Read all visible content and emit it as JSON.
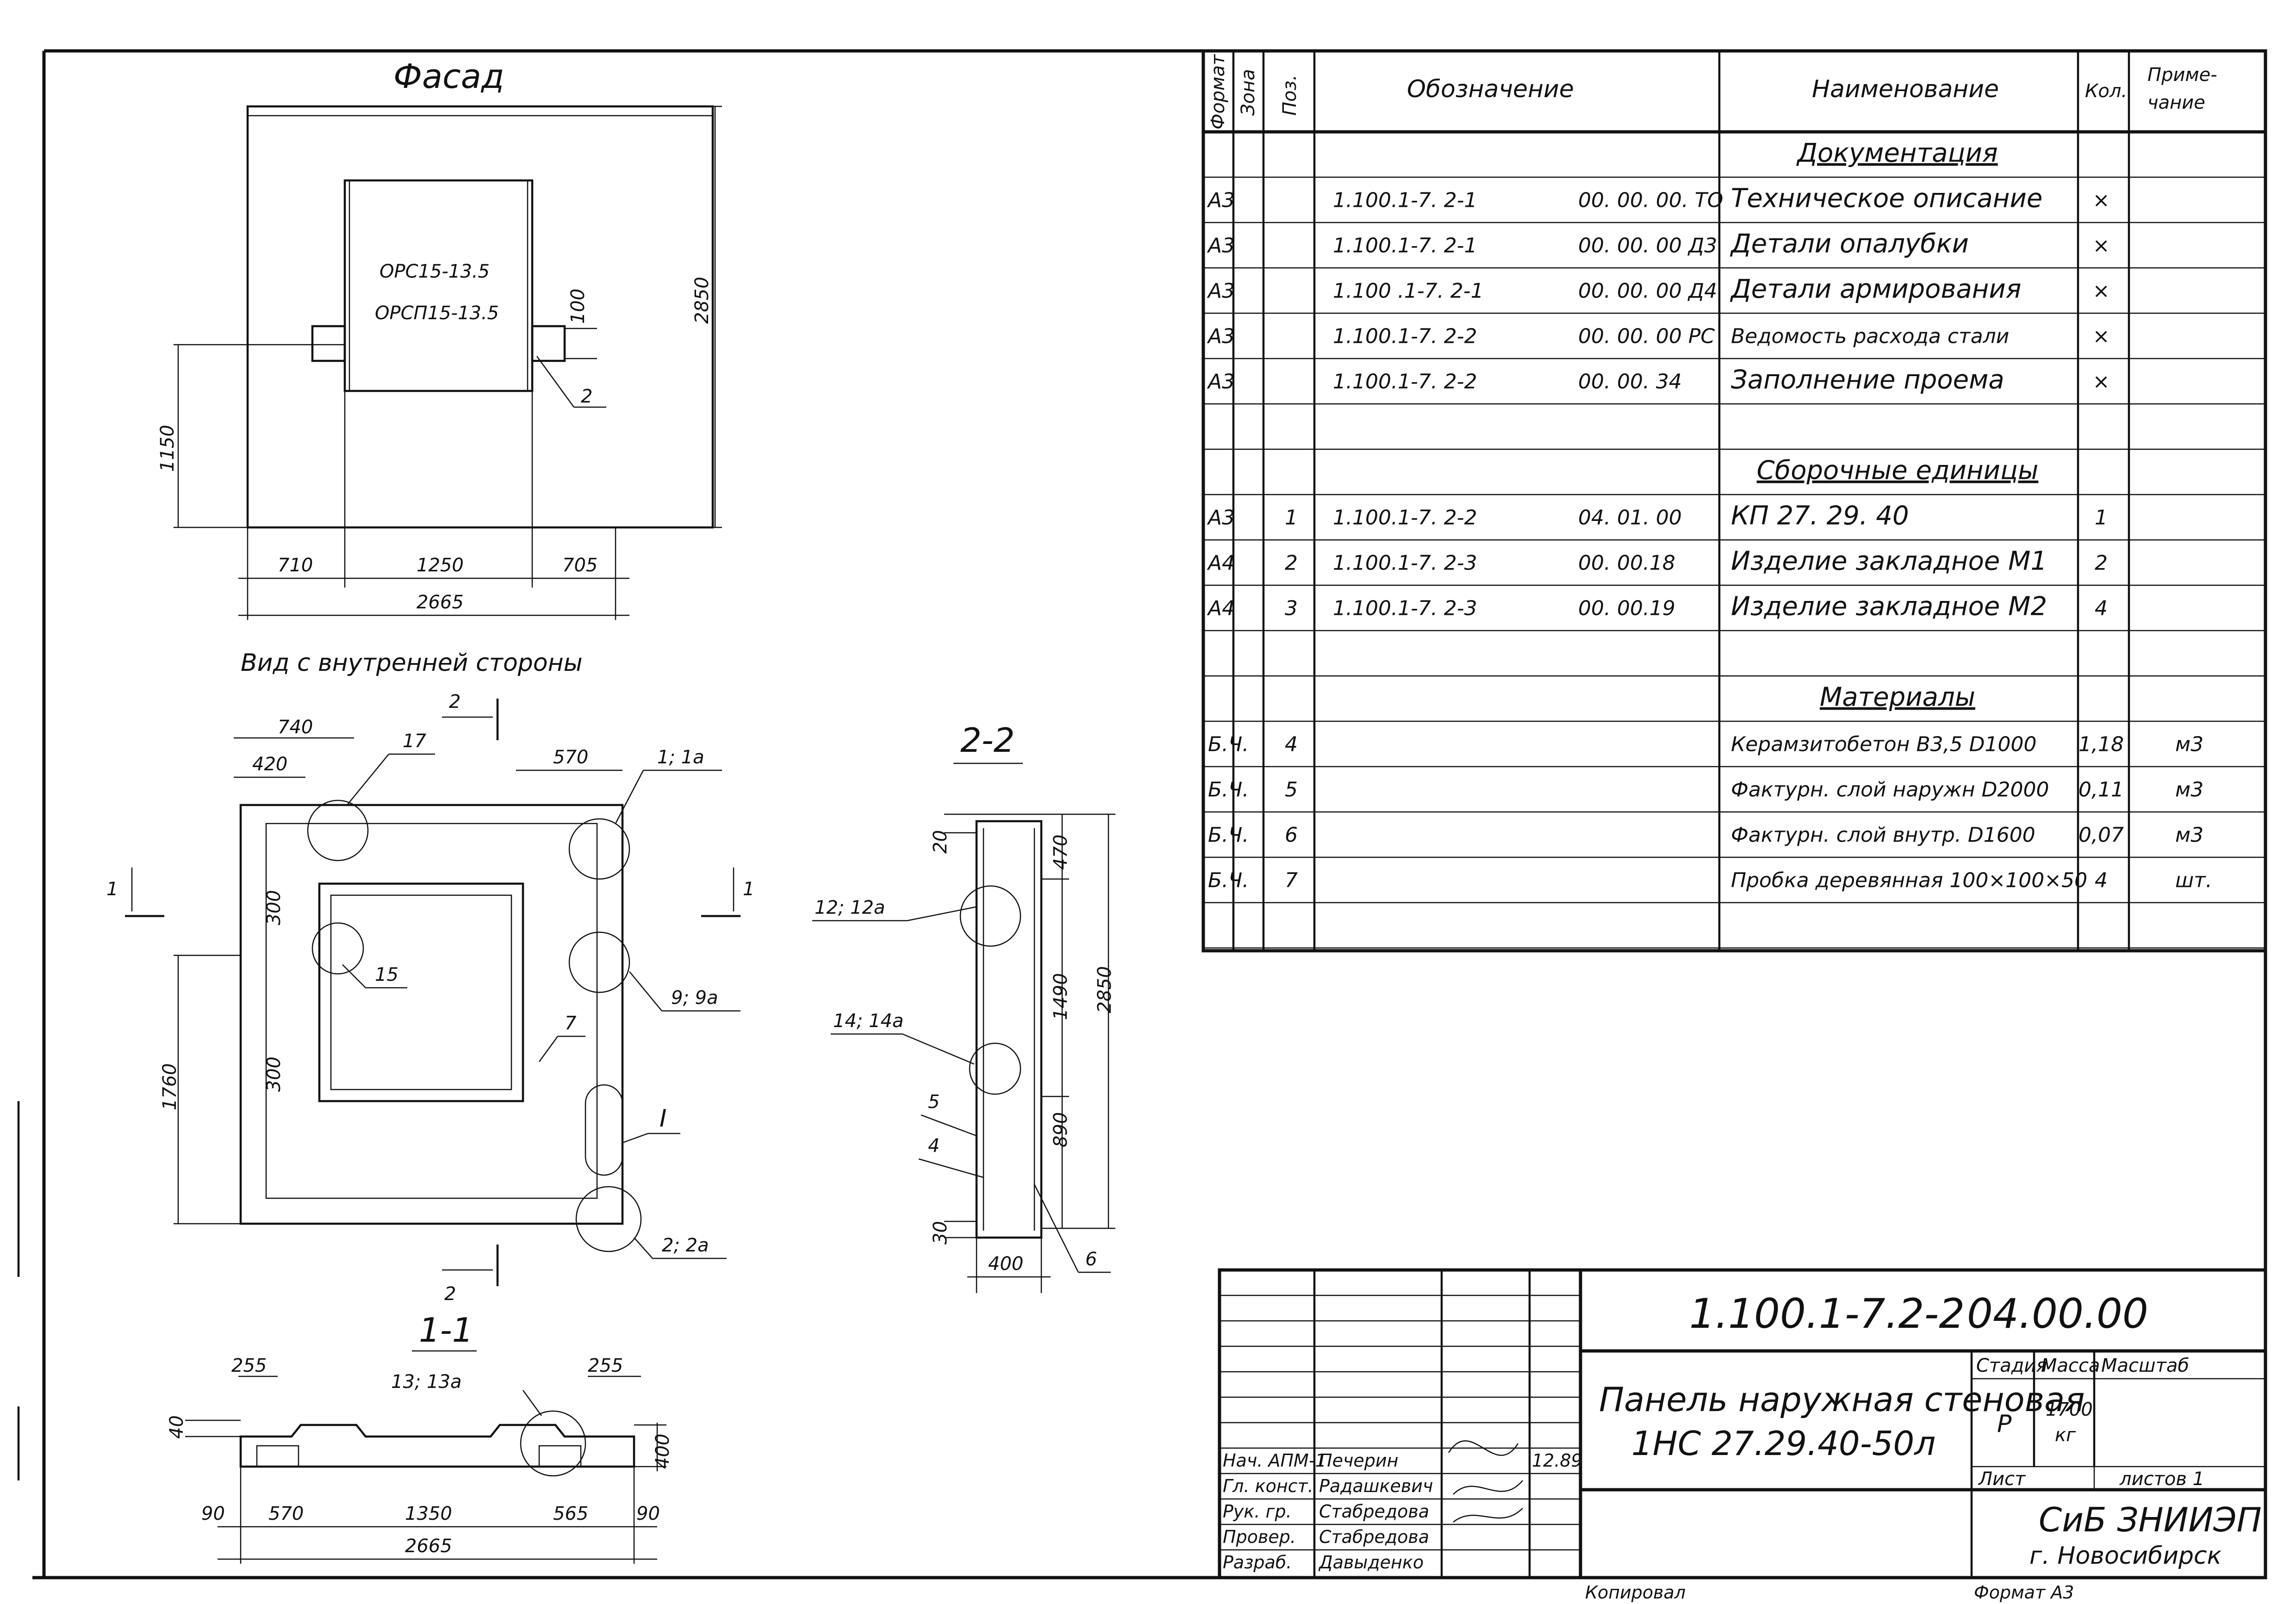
{
  "facade": {
    "title": "Фасад",
    "window_labels": [
      "ОРС15-13.5",
      "ОРСП15-13.5"
    ],
    "dims": {
      "height": "2850",
      "sill": "1150",
      "left": "710",
      "opening": "1250",
      "right": "705",
      "total": "2665",
      "anchor": "100",
      "pos": "2"
    }
  },
  "inner_view": {
    "title": "Вид с внутренней стороны",
    "dims": {
      "d740": "740",
      "d420": "420",
      "d570": "570",
      "d300a": "300",
      "d300b": "300",
      "d1760": "1760"
    },
    "callouts": [
      "17",
      "1; 1а",
      "15",
      "9; 9а",
      "7",
      "I",
      "2; 2а"
    ],
    "section_marks": {
      "top": "2",
      "bottom": "2",
      "left": "1",
      "right": "1"
    }
  },
  "section_2_2": {
    "title": "2-2",
    "dims": {
      "d20": "20",
      "d470": "470",
      "d1490": "1490",
      "d890": "890",
      "d2850": "2850",
      "d30": "30",
      "d400": "400"
    },
    "callouts": [
      "12; 12а",
      "14; 14а",
      "5",
      "4",
      "6"
    ]
  },
  "section_1_1": {
    "title": "1-1",
    "callout": "13; 13а",
    "dims": {
      "d255a": "255",
      "d255b": "255",
      "d40": "40",
      "d400": "400",
      "d90a": "90",
      "d570": "570",
      "d1350": "1350",
      "d565": "565",
      "d90b": "90",
      "d2665": "2665"
    }
  },
  "spec": {
    "headers": {
      "format": "Формат",
      "zone": "Зона",
      "pos": "Поз.",
      "designation": "Обозначение",
      "name": "Наименование",
      "qty": "Кол.",
      "note": "Приме-\nчание"
    },
    "rows": [
      {
        "format": "",
        "pos": "",
        "doc": "",
        "code": "",
        "name": "Документация",
        "qty": "",
        "note": "",
        "section": true
      },
      {
        "format": "А3",
        "pos": "",
        "doc": "1.100.1-7. 2-1",
        "code": "00. 00. 00. ТО",
        "name": "Техническое описание",
        "qty": "×",
        "note": ""
      },
      {
        "format": "А3",
        "pos": "",
        "doc": "1.100.1-7. 2-1",
        "code": "00. 00. 00 Д3",
        "name": "Детали опалубки",
        "qty": "×",
        "note": ""
      },
      {
        "format": "А3",
        "pos": "",
        "doc": "1.100 .1-7. 2-1",
        "code": "00. 00. 00 Д4",
        "name": "Детали армирования",
        "qty": "×",
        "note": ""
      },
      {
        "format": "А3",
        "pos": "",
        "doc": "1.100.1-7. 2-2",
        "code": "00. 00. 00 РС",
        "name": "Ведомость расхода стали",
        "qty": "×",
        "note": ""
      },
      {
        "format": "А3",
        "pos": "",
        "doc": "1.100.1-7. 2-2",
        "code": "00. 00. 34",
        "name": "Заполнение проема",
        "qty": "×",
        "note": ""
      },
      {
        "format": "",
        "pos": "",
        "doc": "",
        "code": "",
        "name": "",
        "qty": "",
        "note": ""
      },
      {
        "format": "",
        "pos": "",
        "doc": "",
        "code": "",
        "name": "Сборочные единицы",
        "qty": "",
        "note": "",
        "section": true
      },
      {
        "format": "А3",
        "pos": "1",
        "doc": "1.100.1-7. 2-2",
        "code": "04. 01. 00",
        "name": "КП 27. 29. 40",
        "qty": "1",
        "note": ""
      },
      {
        "format": "А4",
        "pos": "2",
        "doc": "1.100.1-7. 2-3",
        "code": "00. 00.18",
        "name": "Изделие закладное М1",
        "qty": "2",
        "note": ""
      },
      {
        "format": "А4",
        "pos": "3",
        "doc": "1.100.1-7. 2-3",
        "code": "00. 00.19",
        "name": "Изделие закладное М2",
        "qty": "4",
        "note": ""
      },
      {
        "format": "",
        "pos": "",
        "doc": "",
        "code": "",
        "name": "",
        "qty": "",
        "note": ""
      },
      {
        "format": "",
        "pos": "",
        "doc": "",
        "code": "",
        "name": "Материалы",
        "qty": "",
        "note": "",
        "section": true
      },
      {
        "format": "Б.Ч.",
        "pos": "4",
        "doc": "",
        "code": "",
        "name": "Керамзитобетон В3,5 D1000",
        "qty": "1,18",
        "note": "м3"
      },
      {
        "format": "Б.Ч.",
        "pos": "5",
        "doc": "",
        "code": "",
        "name": "Фактурн. слой наружн D2000",
        "qty": "0,11",
        "note": "м3"
      },
      {
        "format": "Б.Ч.",
        "pos": "6",
        "doc": "",
        "code": "",
        "name": "Фактурн. слой внутр. D1600",
        "qty": "0,07",
        "note": "м3"
      },
      {
        "format": "Б.Ч.",
        "pos": "7",
        "doc": "",
        "code": "",
        "name": "Пробка деревянная 100×100×50",
        "qty": "4",
        "note": "шт."
      },
      {
        "format": "",
        "pos": "",
        "doc": "",
        "code": "",
        "name": "",
        "qty": "",
        "note": ""
      }
    ]
  },
  "title_block": {
    "designation": "1.100.1-7.2-2",
    "code": "04.00.00",
    "name_line1": "Панель наружная стеновая",
    "name_line2": "1НС 27.29.40-50л",
    "stage_label": "Стадия",
    "stage": "Р",
    "mass_label": "Масса",
    "mass": "1700",
    "mass_unit": "кг",
    "scale_label": "Масштаб",
    "sheet_label": "Лист",
    "sheets_label": "листов 1",
    "org": "СиБ ЗНИИЭП",
    "city": "г. Новосибирск",
    "date": "12.89",
    "roles": [
      {
        "role": "Нач. АПМ-1",
        "name": "Печерин"
      },
      {
        "role": "Гл. конст.",
        "name": "Радашкевич"
      },
      {
        "role": "Рук. гр.",
        "name": "Стабредова"
      },
      {
        "role": "Провер.",
        "name": "Стабредова"
      },
      {
        "role": "Разраб.",
        "name": "Давыденко"
      }
    ],
    "copied": "Копировал",
    "format": "Формат А3"
  }
}
